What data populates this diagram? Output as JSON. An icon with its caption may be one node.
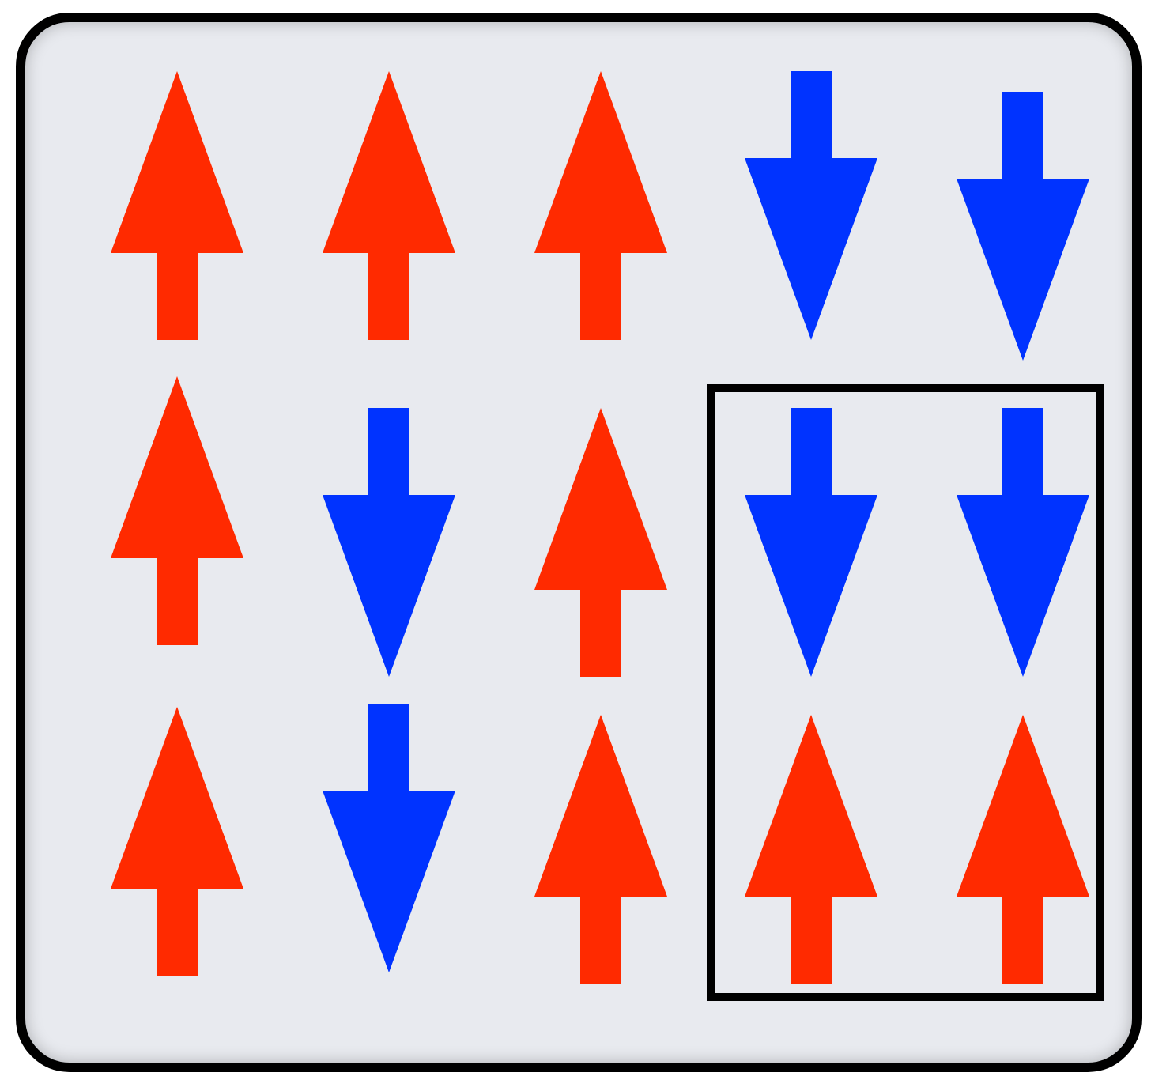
{
  "diagram": {
    "nodes": [
      {
        "text": [],
        "shape": "box"
      },
      {
        "text": [],
        "shape": "arrow",
        "in": 0
      },
      {
        "text": [],
        "shape": "arrow",
        "in": 0
      },
      {
        "text": [],
        "shape": "arrow",
        "in": 0
      },
      {
        "text": [],
        "shape": "arrow",
        "in": 0
      },
      {
        "text": [],
        "shape": "arrow",
        "in": 0
      },
      {
        "text": [],
        "shape": "arrow",
        "in": 0
      },
      {
        "text": [],
        "shape": "arrow",
        "in": 0
      },
      {
        "text": [],
        "shape": "arrow",
        "in": 0
      },
      {
        "text": [],
        "shape": "box",
        "in": 0
      },
      {
        "text": [],
        "shape": "arrow",
        "in": 9
      },
      {
        "text": [],
        "shape": "arrow",
        "in": 9
      },
      {
        "text": [],
        "shape": "arrow",
        "in": 0
      },
      {
        "text": [],
        "shape": "arrow",
        "in": 0
      },
      {
        "text": [],
        "shape": "arrow",
        "in": 0
      },
      {
        "text": [],
        "shape": "arrow",
        "in": 9
      },
      {
        "text": [],
        "shape": "arrow",
        "in": 9
      }
    ]
  }
}
